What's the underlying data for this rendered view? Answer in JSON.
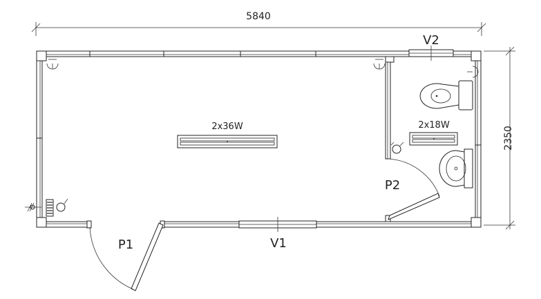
{
  "dimensions": {
    "width": "5840",
    "height": "2350"
  },
  "doors": {
    "main": "P1",
    "wc": "P2"
  },
  "windows": {
    "front": "V1",
    "wc": "V2"
  },
  "lights": {
    "main_room": "2x36W",
    "wc": "2x18W"
  }
}
